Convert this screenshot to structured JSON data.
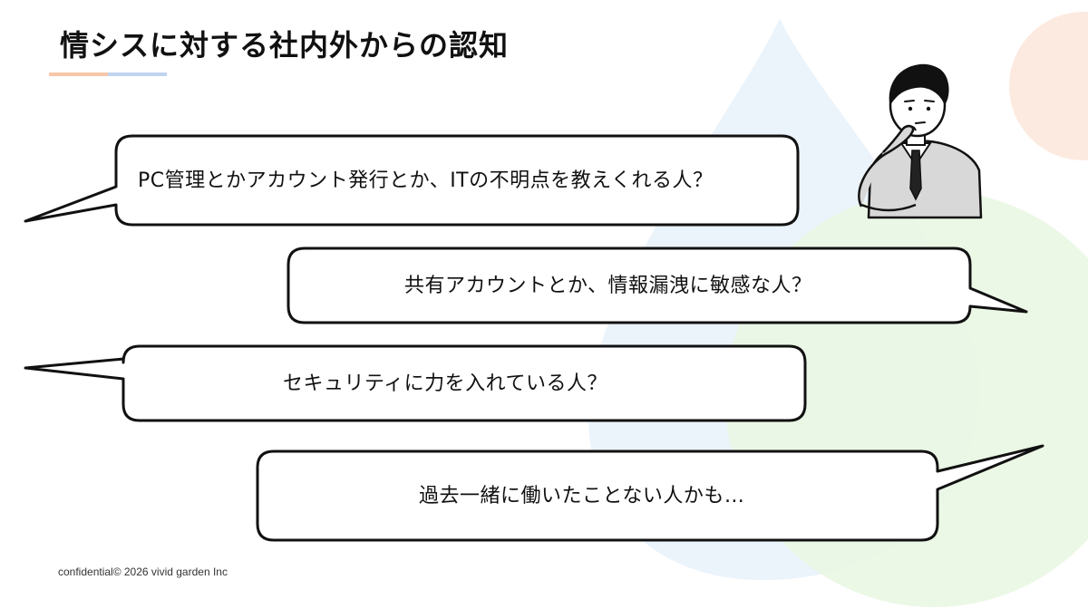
{
  "slide": {
    "title": "情シスに対する社内外からの認知",
    "footer": "confidential© 2026 vivid garden Inc"
  },
  "bubbles": [
    {
      "text": "PC管理とかアカウント発行とか、ITの不明点を教えくれる人？",
      "tail": "left"
    },
    {
      "text": "共有アカウントとか、情報漏洩に敏感な人？",
      "tail": "right"
    },
    {
      "text": "セキュリティに力を入れている人？",
      "tail": "left"
    },
    {
      "text": "過去一緒に働いたことない人かも…",
      "tail": "right"
    }
  ],
  "illustration": {
    "icon": "thinking-businessman-icon"
  },
  "colors": {
    "accent_orange": "#f6c7a8",
    "accent_blue": "#bfd3ee",
    "bg_blue_drop": "#e6f1fb",
    "bg_green_circle": "#eaf7e3",
    "bg_peach_circle": "#fbe6da"
  }
}
